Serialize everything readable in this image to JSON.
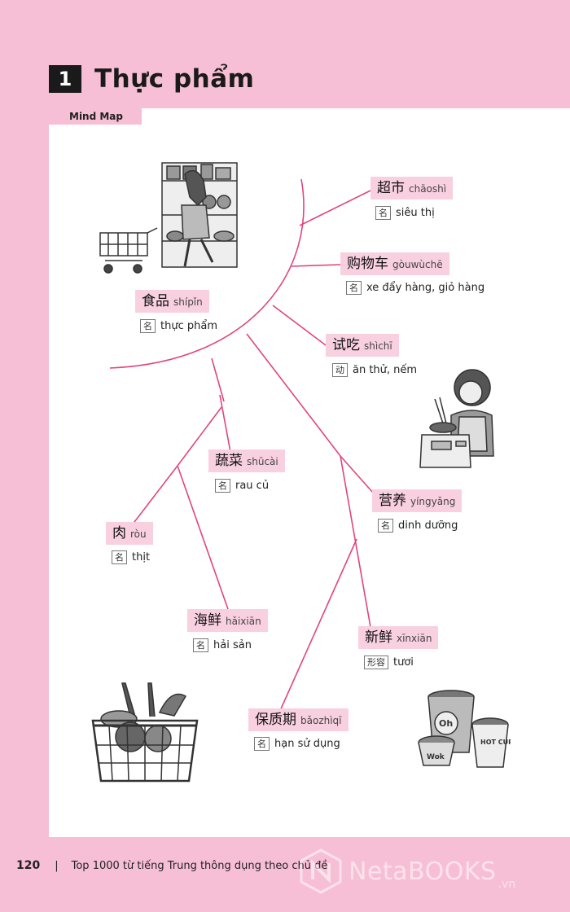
{
  "chapter": {
    "number": "1",
    "title": "Thực phẩm"
  },
  "tab_label": "Mind Map",
  "center": {
    "hanzi": "食品",
    "pinyin": "shípǐn",
    "pos": "名",
    "meaning": "thực phẩm"
  },
  "words": [
    {
      "hanzi": "超市",
      "pinyin": "chāoshì",
      "pos": "名",
      "meaning": "siêu thị"
    },
    {
      "hanzi": "购物车",
      "pinyin": "gòuwùchē",
      "pos": "名",
      "meaning": "xe đẩy hàng, giỏ hàng"
    },
    {
      "hanzi": "试吃",
      "pinyin": "shìchī",
      "pos": "动",
      "meaning": "ăn thử, nếm"
    },
    {
      "hanzi": "蔬菜",
      "pinyin": "shūcài",
      "pos": "名",
      "meaning": "rau củ"
    },
    {
      "hanzi": "营养",
      "pinyin": "yíngyǎng",
      "pos": "名",
      "meaning": "dinh dưỡng"
    },
    {
      "hanzi": "肉",
      "pinyin": "ròu",
      "pos": "名",
      "meaning": "thịt"
    },
    {
      "hanzi": "海鲜",
      "pinyin": "hǎixiān",
      "pos": "名",
      "meaning": "hải sản"
    },
    {
      "hanzi": "新鲜",
      "pinyin": "xīnxiān",
      "pos": "形容",
      "meaning": "tươi"
    },
    {
      "hanzi": "保质期",
      "pinyin": "bǎozhìqī",
      "pos": "名",
      "meaning": "hạn sử dụng"
    }
  ],
  "illustration_text": {
    "cup1": "Oh",
    "cup2": "HOT CUP",
    "cup3": "Wok"
  },
  "footer": {
    "page_number": "120",
    "separator": "|",
    "book_title": "Top 1000 từ tiếng Trung thông dụng theo chủ đề"
  },
  "watermark": {
    "name": "NetaBOOKS",
    "suffix": ".vn"
  },
  "colors": {
    "page_pink": "#f7bfd6",
    "label_pink": "#f9d0e0",
    "line_pink": "#e0457f"
  }
}
